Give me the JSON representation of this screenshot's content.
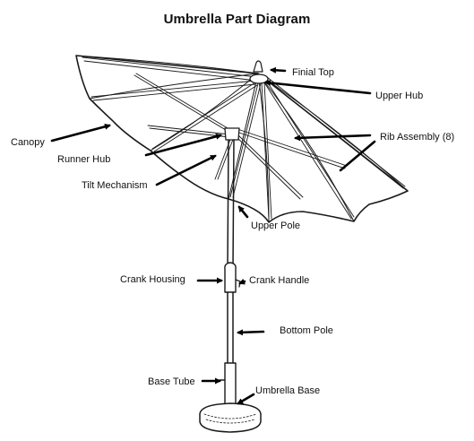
{
  "title": "Umbrella Part Diagram",
  "labels": {
    "finial_top": "Finial Top",
    "upper_hub": "Upper Hub",
    "canopy": "Canopy",
    "rib_assembly": "Rib Assembly (8)",
    "runner_hub": "Runner Hub",
    "tilt_mechanism": "Tilt Mechanism",
    "upper_pole": "Upper Pole",
    "crank_housing": "Crank Housing",
    "crank_handle": "Crank Handle",
    "bottom_pole": "Bottom Pole",
    "base_tube": "Base Tube",
    "umbrella_base": "Umbrella Base"
  }
}
